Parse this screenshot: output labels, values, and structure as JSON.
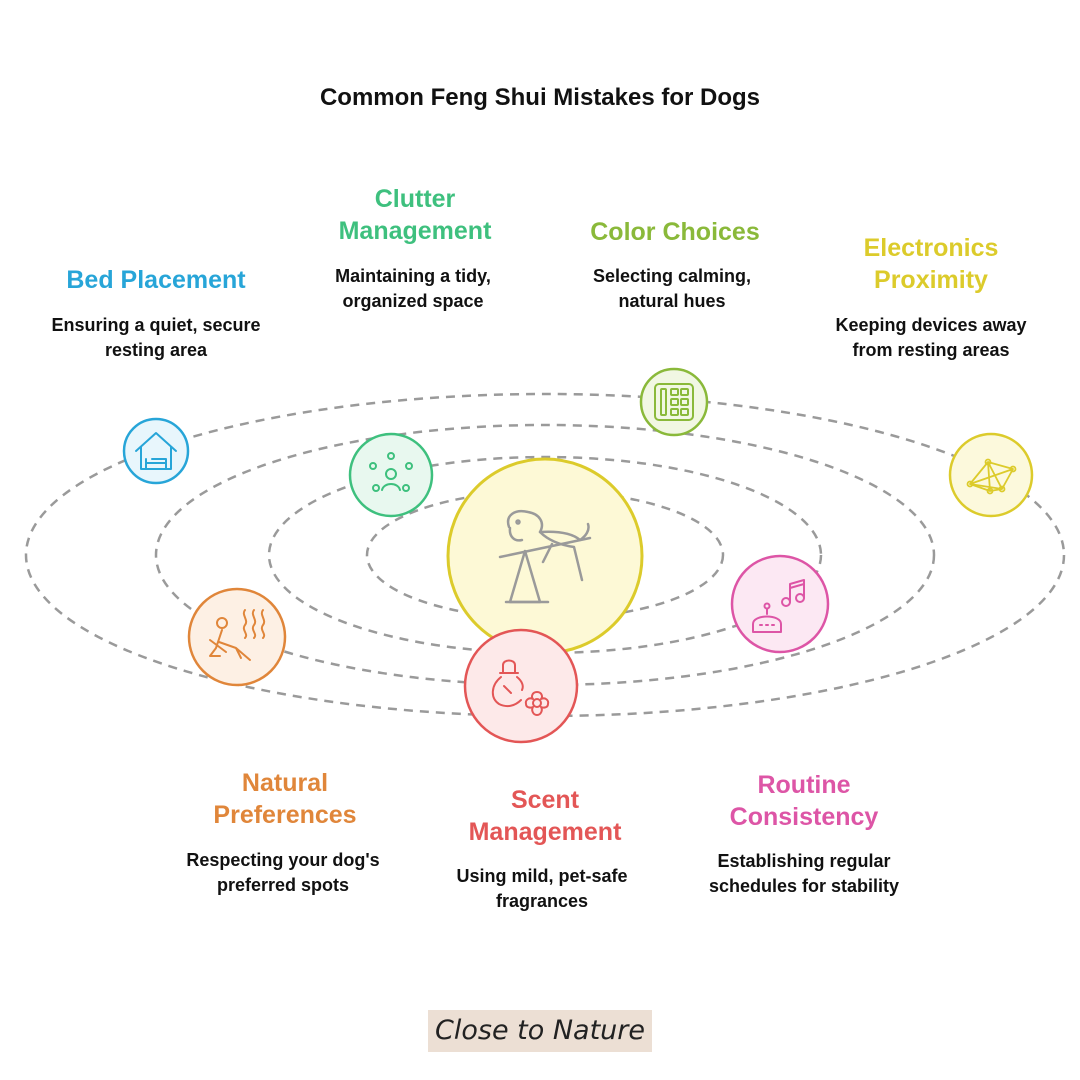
{
  "title": "Common Feng Shui Mistakes for Dogs",
  "footer": "Close to Nature",
  "center": {
    "icon": "dog-seesaw-icon",
    "color": "#dccb2b",
    "fill": "#fdf9d6"
  },
  "items": [
    {
      "title": "Bed Placement",
      "description": "Ensuring a quiet, secure\nresting area",
      "color": "#27a5d8",
      "fill": "#e8f6fc",
      "icon": "house-bed-icon"
    },
    {
      "title": "Clutter\nManagement",
      "description": "Maintaining a tidy,\norganized space",
      "color": "#3ec07e",
      "fill": "#e8f8ef",
      "icon": "organized-nodes-icon"
    },
    {
      "title": "Color Choices",
      "description": "Selecting calming,\nnatural hues",
      "color": "#8ab93a",
      "fill": "#f1f7e3",
      "icon": "color-palette-icon"
    },
    {
      "title": "Electronics\nProximity",
      "description": "Keeping devices away\nfrom resting areas",
      "color": "#dccb2b",
      "fill": "#fcf9dc",
      "icon": "network-icon"
    },
    {
      "title": "Natural\nPreferences",
      "description": "Respecting your dog's\npreferred spots",
      "color": "#e0863a",
      "fill": "#fdf0e4",
      "icon": "relaxing-heat-icon"
    },
    {
      "title": "Scent\nManagement",
      "description": "Using mild, pet-safe\nfragrances",
      "color": "#e35656",
      "fill": "#fde9e9",
      "icon": "scent-sack-flower-icon"
    },
    {
      "title": "Routine\nConsistency",
      "description": "Establishing regular\nschedules for stability",
      "color": "#dd55a6",
      "fill": "#fce8f3",
      "icon": "music-robot-icon"
    }
  ]
}
